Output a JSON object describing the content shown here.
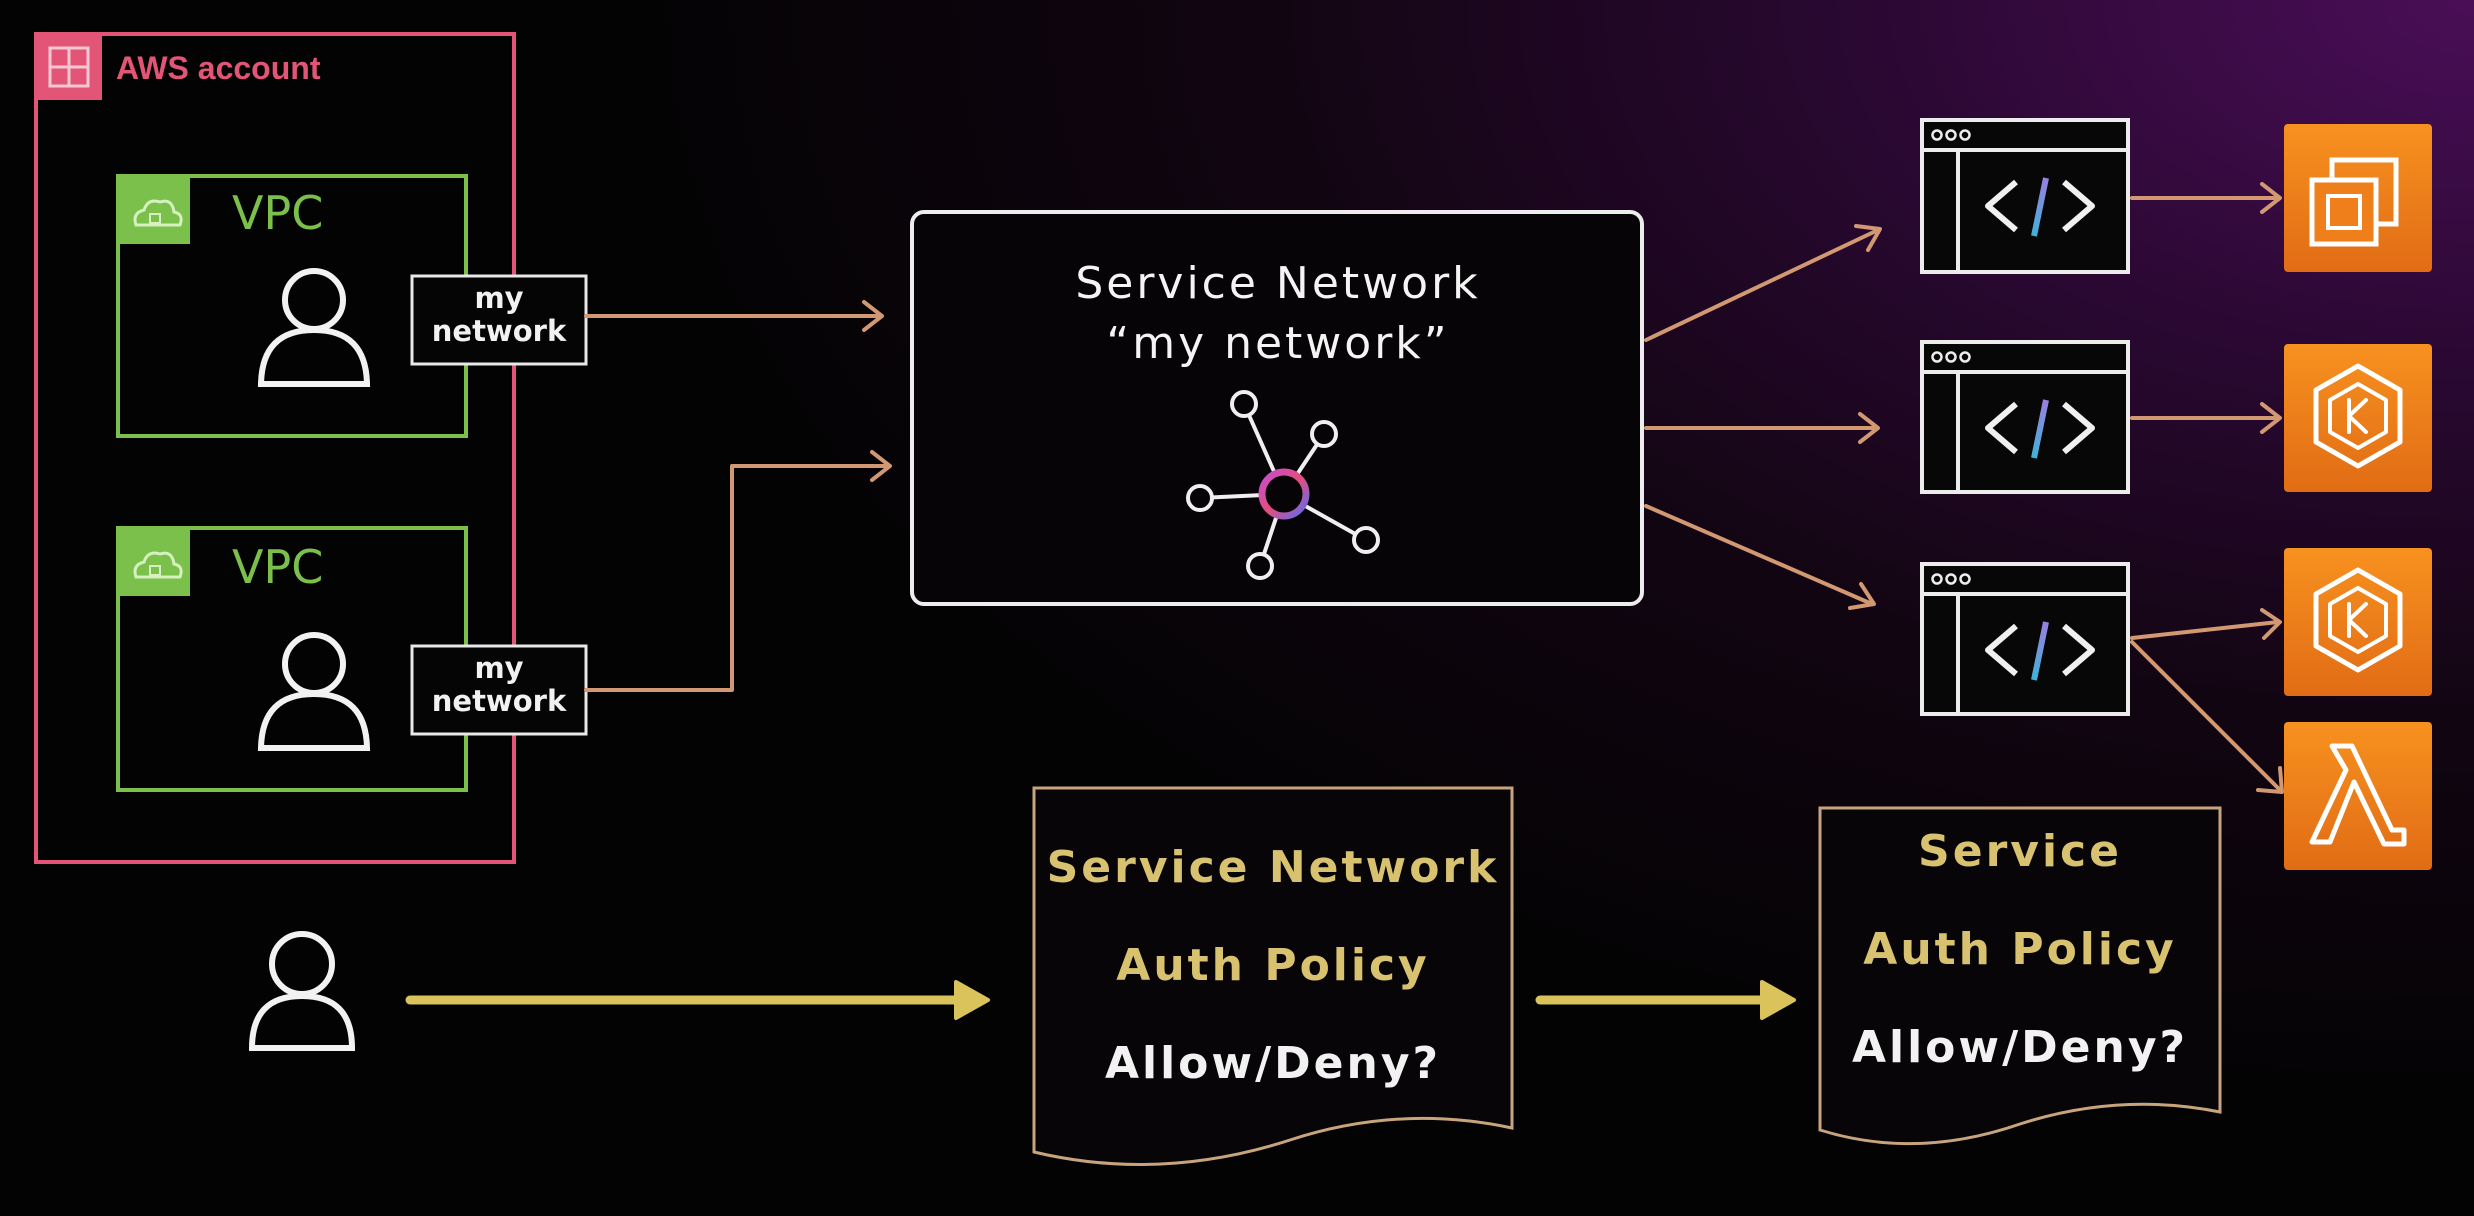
{
  "account": {
    "label": "AWS account"
  },
  "vpcs": [
    {
      "label": "VPC",
      "attachment_line1": "my",
      "attachment_line2": "network"
    },
    {
      "label": "VPC",
      "attachment_line1": "my",
      "attachment_line2": "network"
    }
  ],
  "service_network": {
    "title": "Service Network",
    "name": "“my network”"
  },
  "services": [
    {
      "code": "</>",
      "targets": [
        "compute-icon"
      ]
    },
    {
      "code": "</>",
      "targets": [
        "kubernetes-icon"
      ]
    },
    {
      "code": "</>",
      "targets": [
        "kubernetes-icon",
        "lambda-icon"
      ]
    }
  ],
  "network_policy": {
    "line1": "Service Network",
    "line2": "Auth Policy",
    "line3": "Allow/Deny?"
  },
  "service_policy": {
    "line1": "Service",
    "line2": "Auth Policy",
    "line3": "Allow/Deny?"
  },
  "colors": {
    "account": "#e35577",
    "vpc": "#7bc04a",
    "connector": "#d19872",
    "auth_flow": "#d9c35a",
    "policy_text": "#d8c270",
    "target_orange": "#ec7a18"
  }
}
